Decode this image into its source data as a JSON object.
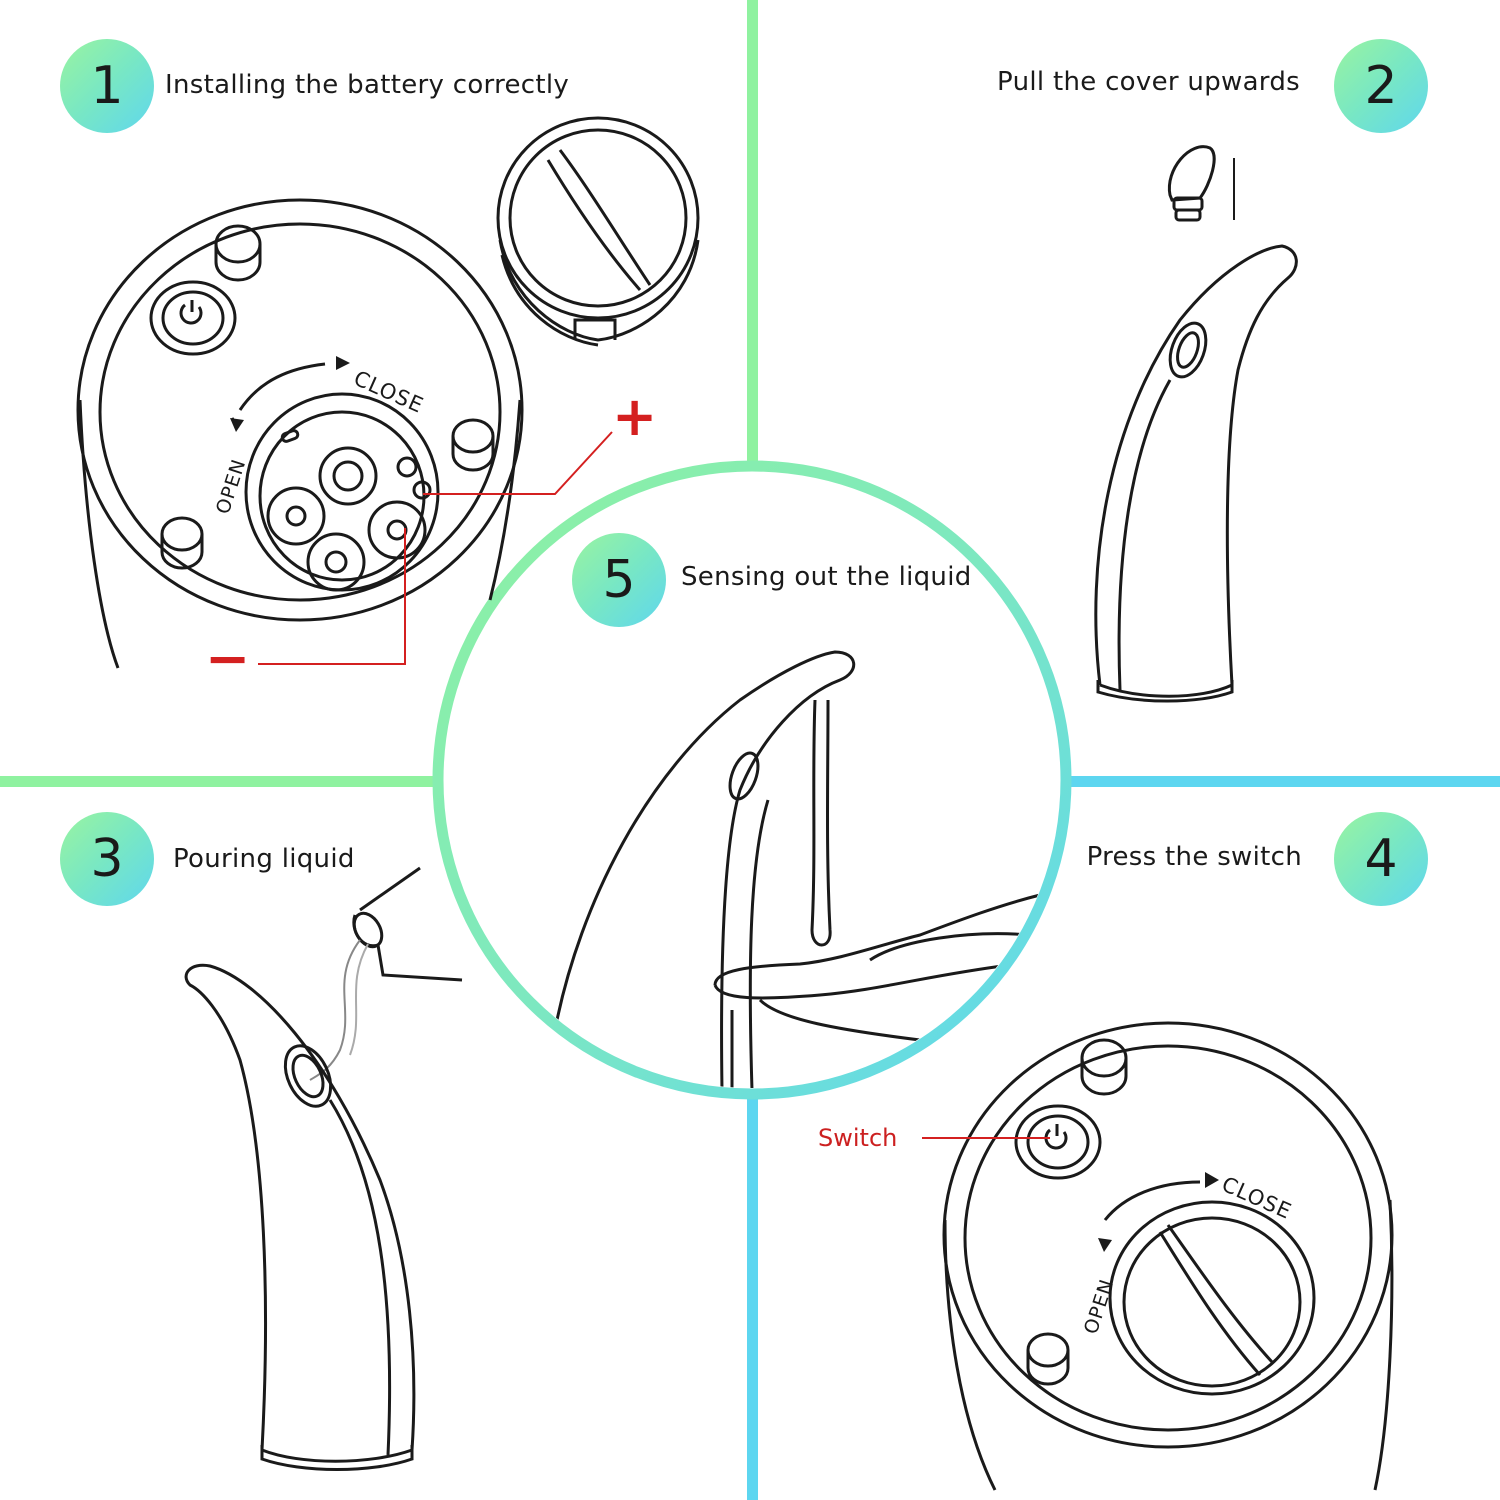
{
  "steps": [
    {
      "number": "1",
      "title": "Installing the battery correctly"
    },
    {
      "number": "2",
      "title": "Pull the cover upwards"
    },
    {
      "number": "3",
      "title": "Pouring liquid"
    },
    {
      "number": "4",
      "title": "Press the switch"
    },
    {
      "number": "5",
      "title": "Sensing out the liquid"
    }
  ],
  "panel1": {
    "close_label": "CLOSE",
    "open_label": "OPEN",
    "plus_sign": "+",
    "minus_sign": "−"
  },
  "panel4": {
    "close_label": "CLOSE",
    "open_label": "OPEN",
    "switch_label": "Switch"
  },
  "colors": {
    "green": "#8ff2a0",
    "cyan": "#5dd6f0",
    "line": "#1a1a1a",
    "callout": "#d42020"
  }
}
